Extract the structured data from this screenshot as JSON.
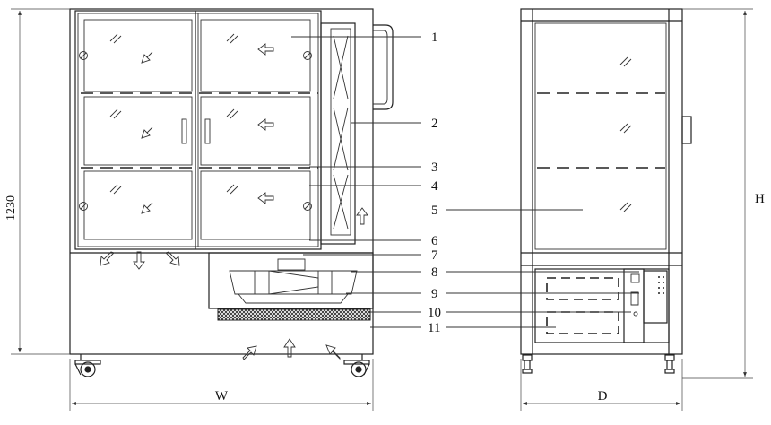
{
  "diagram": {
    "callouts": [
      "1",
      "2",
      "3",
      "4",
      "5",
      "6",
      "7",
      "8",
      "9",
      "10",
      "11"
    ],
    "dimensions": {
      "height_left": "1230",
      "height_right": "H",
      "width": "W",
      "depth": "D"
    }
  }
}
